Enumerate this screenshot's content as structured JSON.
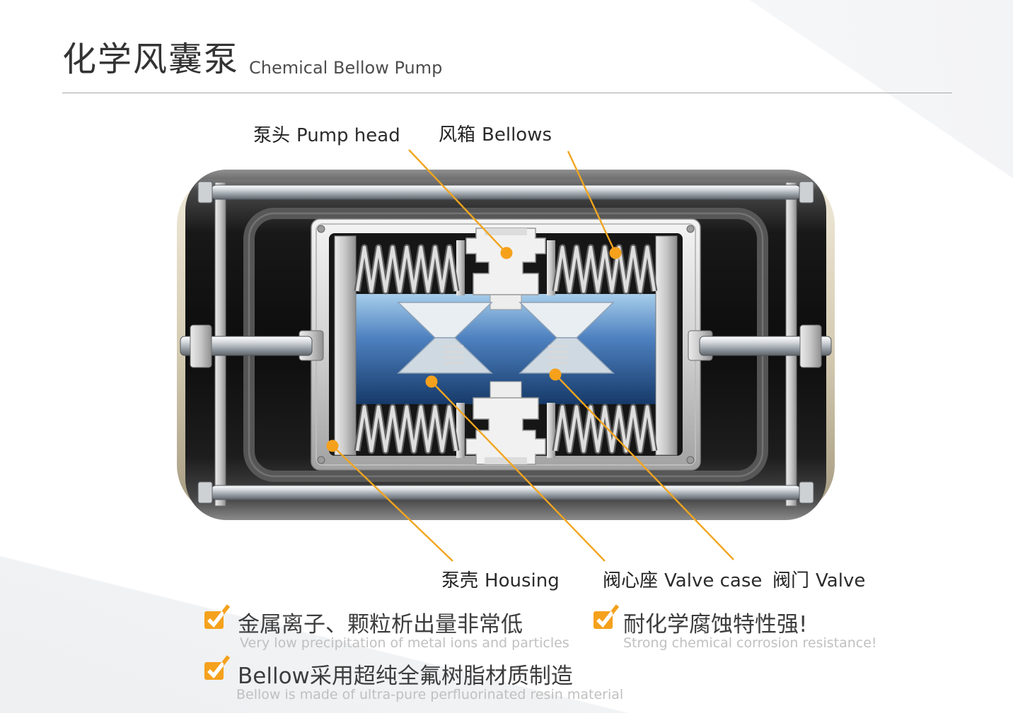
{
  "header": {
    "title_zh": "化学风囊泵",
    "title_en": "Chemical Bellow Pump"
  },
  "diagram": {
    "labels": {
      "pump_head": {
        "zh": "泵头",
        "en": "Pump head"
      },
      "bellows": {
        "zh": "风箱",
        "en": "Bellows"
      },
      "housing": {
        "zh": "泵壳",
        "en": "Housing"
      },
      "valve_case": {
        "zh": "阀心座",
        "en": "Valve case"
      },
      "valve": {
        "zh": "阀门",
        "en": "Valve"
      }
    },
    "marker_color": "#F5A11C"
  },
  "features": [
    {
      "zh": "金属离子、颗粒析出量非常低",
      "en": "Very low precipitation of metal ions and particles"
    },
    {
      "zh": "耐化学腐蚀特性强!",
      "en": "Strong chemical corrosion resistance!"
    },
    {
      "zh": "Bellow采用超纯全氟树脂材质制造",
      "en": "Bellow is made of ultra-pure perfluorinated resin material"
    }
  ],
  "colors": {
    "accent_orange": "#F5A11C",
    "chamber_blue": "#2E62A8",
    "housing_dark": "#0d0d0d",
    "rim_beige": "#d6ccb4",
    "text_dark": "#333333",
    "text_muted": "#C0C0C0"
  }
}
